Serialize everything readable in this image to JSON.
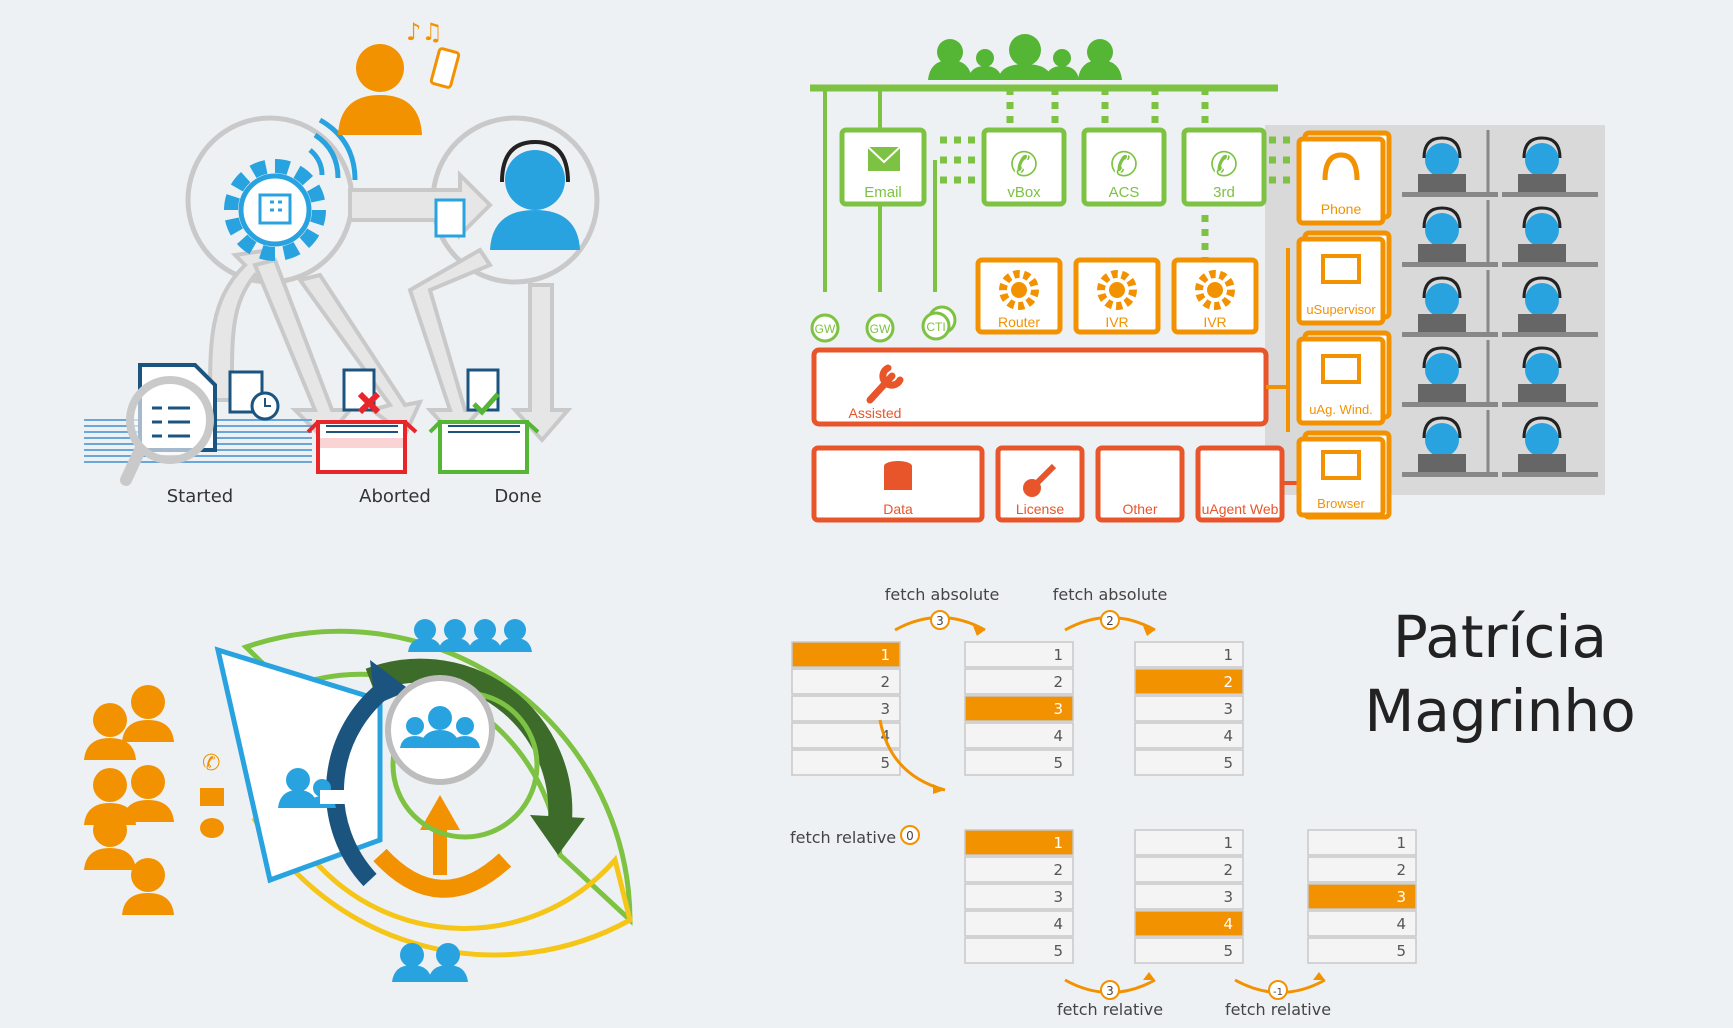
{
  "workflow": {
    "labels": {
      "started": "Started",
      "aborted": "Aborted",
      "done": "Done"
    }
  },
  "architecture": {
    "channels": {
      "email": "Email",
      "vbox": "vBox",
      "acs": "ACS",
      "third": "3rd"
    },
    "connectors": {
      "gw1": "GW",
      "gw2": "GW",
      "cti": "CTI"
    },
    "services": {
      "router": "Router",
      "ivr1": "IVR",
      "ivr2": "IVR"
    },
    "core": {
      "assisted": "Assisted"
    },
    "storage": {
      "data": "Data",
      "license": "License",
      "other": "Other",
      "uagent_web": "uAgent Web"
    },
    "clients": {
      "phone": "Phone",
      "usupervisor": "uSupervisor",
      "uag_wind": "uAg. Wind.",
      "browser": "Browser"
    }
  },
  "fetch_diagram": {
    "labels": {
      "fetch_absolute_1": "fetch absolute",
      "badge_abs_1": "3",
      "fetch_absolute_2": "fetch absolute",
      "badge_abs_2": "2",
      "fetch_relative_0": "fetch relative",
      "badge_rel_0": "0",
      "fetch_relative_1": "fetch relative",
      "badge_rel_1": "3",
      "fetch_relative_2": "fetch relative",
      "badge_rel_2": "-1"
    },
    "rows": [
      "1",
      "2",
      "3",
      "4",
      "5"
    ],
    "tables": [
      {
        "highlight": 1
      },
      {
        "highlight": 3
      },
      {
        "highlight": 2
      },
      {
        "highlight": 1
      },
      {
        "highlight": 4
      },
      {
        "highlight": 3
      }
    ],
    "colors": {
      "highlight": "#f39200",
      "row": "#f4f4f4",
      "border": "#c8c8c8"
    }
  },
  "author": {
    "first": "Patrícia",
    "last": "Magrinho"
  },
  "colors": {
    "orange": "#f39200",
    "blue": "#29a3e0",
    "green": "#7dc242",
    "red": "#e8552b",
    "yellow": "#f5c518",
    "darkgreen": "#3d6b29",
    "navy": "#1c5480",
    "gray": "#c9c9c9"
  }
}
